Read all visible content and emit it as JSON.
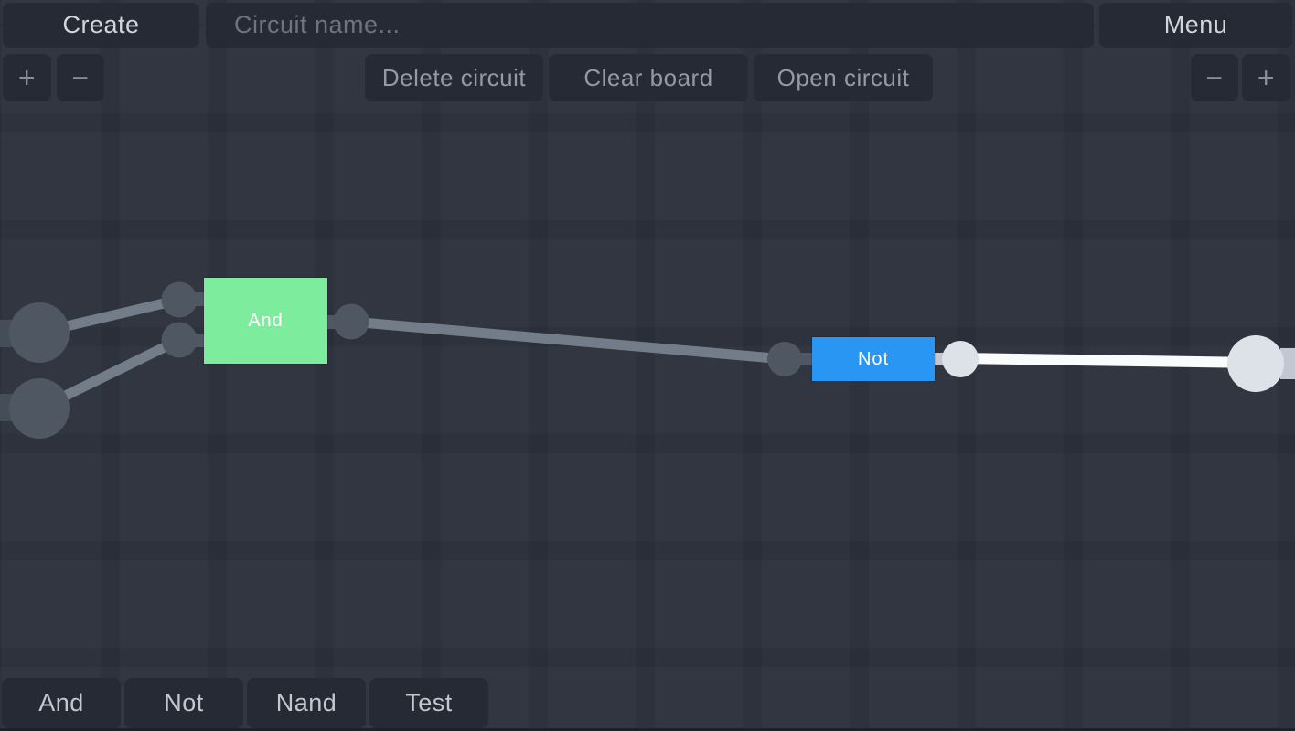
{
  "topbar": {
    "create_label": "Create",
    "circuit_name_placeholder": "Circuit name...",
    "menu_label": "Menu"
  },
  "controls": {
    "zoom_in_label": "+",
    "zoom_out_label": "−",
    "delete_circuit_label": "Delete circuit",
    "clear_board_label": "Clear board",
    "open_circuit_label": "Open circuit"
  },
  "palette": {
    "items": [
      {
        "label": "And"
      },
      {
        "label": "Not"
      },
      {
        "label": "Nand"
      },
      {
        "label": "Test"
      }
    ]
  },
  "circuit": {
    "gates": [
      {
        "type": "and",
        "label": "And",
        "color": "#7eec9d"
      },
      {
        "type": "not",
        "label": "Not",
        "color": "#2a96f3"
      }
    ],
    "colors": {
      "wire_off": "#737d8a",
      "wire_on": "#fafbfc",
      "node_off": "#4f5763",
      "node_on": "#dde1e8",
      "edge_stub_off": "#454d58",
      "edge_stub_on": "#c2c7d1"
    }
  }
}
